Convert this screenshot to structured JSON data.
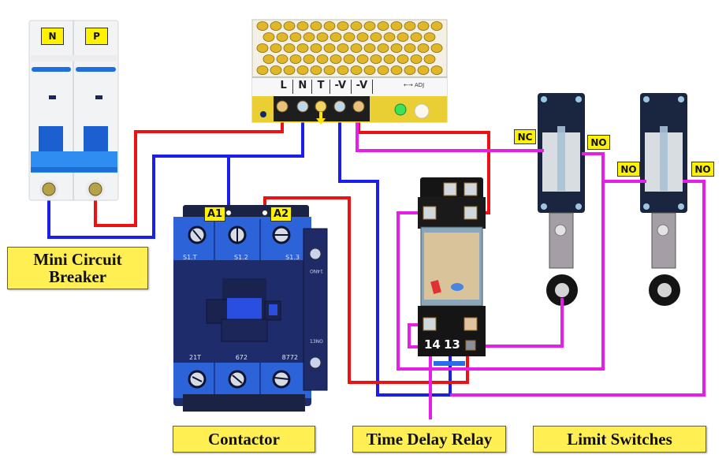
{
  "diagram": {
    "title_labels": {
      "mcb": [
        "Mini Circuit",
        "Breaker"
      ],
      "contactor": "Contactor",
      "relay": "Time Delay Relay",
      "limit_switches": "Limit Switches"
    },
    "mcb": {
      "poles": [
        "N",
        "P"
      ]
    },
    "power_supply": {
      "terminals": [
        "L",
        "N",
        "T",
        "-V",
        "-V"
      ],
      "indicator": "←→ ADJ",
      "led_color": "#2ee84a"
    },
    "contactor": {
      "coil_terminals": [
        "A1",
        "A2"
      ],
      "top_terminals": [
        "S1.T",
        "S1.2",
        "S1.3"
      ],
      "bottom_terminals": [
        "21T",
        "672",
        "8772"
      ],
      "aux_labels": [
        "13NO",
        "14NO"
      ]
    },
    "relay": {
      "terminals": [
        "14",
        "13"
      ]
    },
    "limit_switch_1": {
      "contacts": [
        "NC",
        "NO"
      ]
    },
    "limit_switch_2": {
      "contacts": [
        "NO",
        "NO"
      ]
    },
    "wire_colors": {
      "red": "#ee1111",
      "blue": "#1a1ee8",
      "magenta": "#e51ee8",
      "yellow": "#ffe400"
    }
  }
}
